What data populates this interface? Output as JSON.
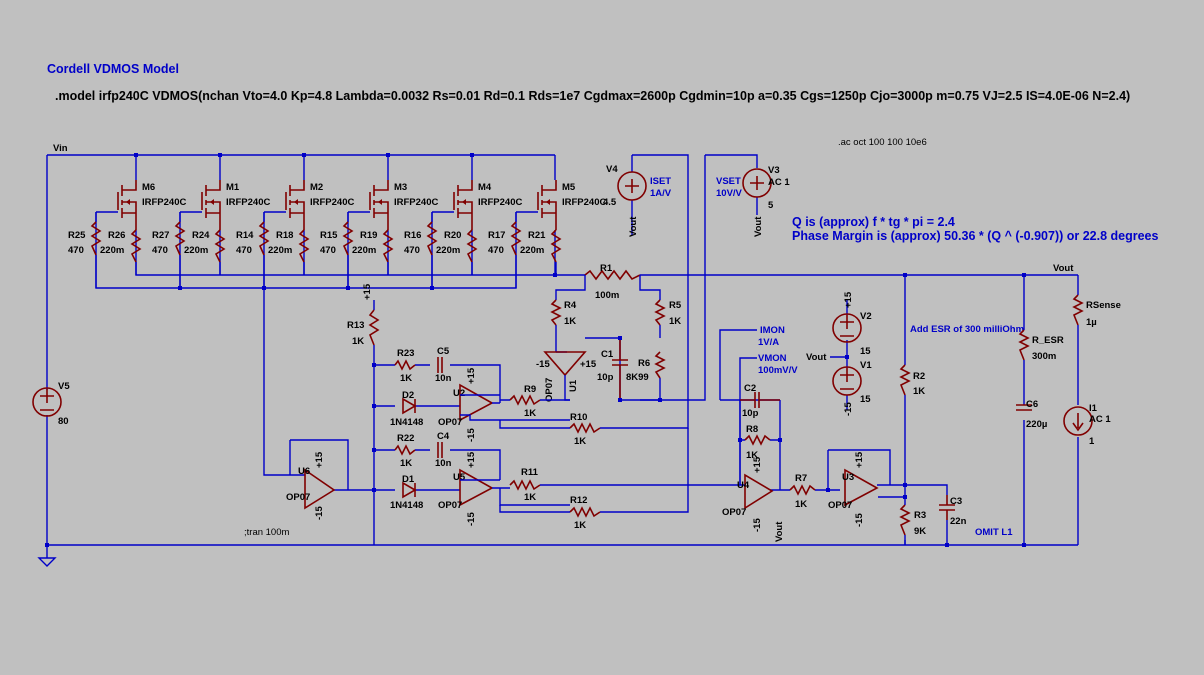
{
  "header": {
    "title": "Cordell VDMOS Model",
    "model": ".model irfp240C VDMOS(nchan Vto=4.0 Kp=4.8 Lambda=0.0032 Rs=0.01 Rd=0.1 Rds=1e7 Cgdmax=2600p Cgdmin=10p a=0.35 Cgs=1250p Cjo=3000p m=0.75 VJ=2.5 IS=4.0E-06 N=2.4)"
  },
  "directives": {
    "ac": ".ac oct 100 100 10e6",
    "tran": ";tran 100m"
  },
  "notes": {
    "q": "Q  is (approx)  f * tg * pi = 2.4",
    "phase": "Phase Margin is (approx)  50.36 * (Q ^ (-0.907)) or 22.8 degrees",
    "esr": "Add ESR of 300 milliOhm",
    "omit": "OMIT L1"
  },
  "nets": {
    "vin": "Vin",
    "vout": "Vout",
    "imon": "IMON",
    "imon_scale": "1V/A",
    "vmon": "VMON",
    "vmon_scale": "100mV/V",
    "iset": "ISET",
    "iset_scale": "1A/V",
    "vset": "VSET",
    "vset_scale": "10V/V"
  },
  "mosfets": [
    {
      "name": "M6",
      "model": "IRFP240C",
      "rg": "R25",
      "rg_val": "470",
      "rs": "R26",
      "rs_val": "220m"
    },
    {
      "name": "M1",
      "model": "IRFP240C",
      "rg": "R27",
      "rg_val": "470",
      "rs": "R24",
      "rs_val": "220m"
    },
    {
      "name": "M2",
      "model": "IRFP240C",
      "rg": "R14",
      "rg_val": "470",
      "rs": "R18",
      "rs_val": "220m"
    },
    {
      "name": "M3",
      "model": "IRFP240C",
      "rg": "R15",
      "rg_val": "470",
      "rs": "R19",
      "rs_val": "220m"
    },
    {
      "name": "M4",
      "model": "IRFP240C",
      "rg": "R16",
      "rg_val": "470",
      "rs": "R20",
      "rs_val": "220m"
    },
    {
      "name": "M5",
      "model": "IRFP240C",
      "rg": "R17",
      "rg_val": "470",
      "rs": "R21",
      "rs_val": "220m"
    }
  ],
  "components": {
    "r1": {
      "name": "R1",
      "value": "100m"
    },
    "r2": {
      "name": "R2",
      "value": "1K"
    },
    "r3": {
      "name": "R3",
      "value": "9K"
    },
    "r4": {
      "name": "R4",
      "value": "1K"
    },
    "r5": {
      "name": "R5",
      "value": "1K"
    },
    "r6": {
      "name": "R6",
      "value": "8K99"
    },
    "r7": {
      "name": "R7",
      "value": "1K"
    },
    "r8": {
      "name": "R8",
      "value": "1K"
    },
    "r9": {
      "name": "R9",
      "value": "1K"
    },
    "r10": {
      "name": "R10",
      "value": "1K"
    },
    "r11": {
      "name": "R11",
      "value": "1K"
    },
    "r12": {
      "name": "R12",
      "value": "1K"
    },
    "r13": {
      "name": "R13",
      "value": "1K"
    },
    "r22": {
      "name": "R22",
      "value": "1K"
    },
    "r23": {
      "name": "R23",
      "value": "1K"
    },
    "resr": {
      "name": "R_ESR",
      "value": "300m"
    },
    "rsense": {
      "name": "RSense",
      "value": "1µ"
    },
    "c1": {
      "name": "C1",
      "value": "10p"
    },
    "c2": {
      "name": "C2",
      "value": "10p"
    },
    "c3": {
      "name": "C3",
      "value": "22n"
    },
    "c4": {
      "name": "C4",
      "value": "10n"
    },
    "c5": {
      "name": "C5",
      "value": "10n"
    },
    "c6": {
      "name": "C6",
      "value": "220µ"
    },
    "d1": {
      "name": "D1",
      "value": "1N4148"
    },
    "d2": {
      "name": "D2",
      "value": "1N4148"
    },
    "v1": {
      "name": "V1",
      "value": "15"
    },
    "v2": {
      "name": "V2",
      "value": "15"
    },
    "v3": {
      "name": "V3",
      "value": "5",
      "ac": "AC 1"
    },
    "v4": {
      "name": "V4",
      "value": "4.5"
    },
    "v5": {
      "name": "V5",
      "value": "80"
    },
    "i1": {
      "name": "I1",
      "value": "1",
      "ac": "AC 1"
    },
    "u1": {
      "name": "U1",
      "model": "OP07"
    },
    "u2": {
      "name": "U2",
      "model": "OP07"
    },
    "u3": {
      "name": "U3",
      "model": "OP07"
    },
    "u4": {
      "name": "U4",
      "model": "OP07"
    },
    "u5": {
      "name": "U5",
      "model": "OP07"
    },
    "u6": {
      "name": "U6",
      "model": "OP07"
    }
  },
  "supply": {
    "pos": "+15",
    "neg": "-15"
  }
}
